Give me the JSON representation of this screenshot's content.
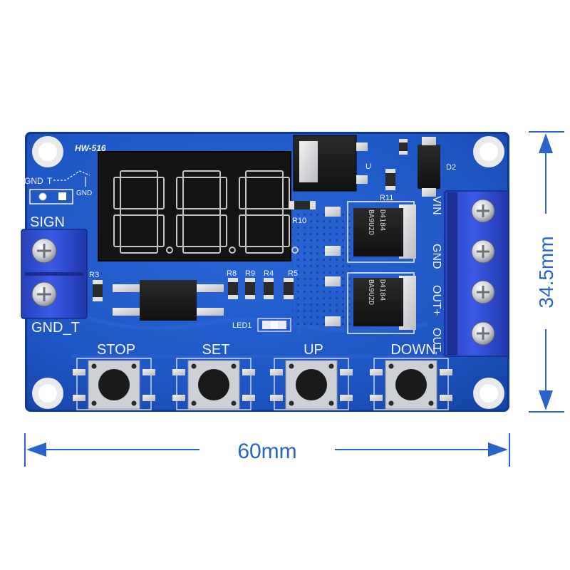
{
  "board": {
    "model": "HW-516",
    "signal_header": {
      "gnd_label": "GND",
      "t_label": "T",
      "gnd_side_label": "GND"
    },
    "input_terminal": {
      "top_label": "SIGN",
      "bottom_label": "GND_T"
    },
    "output_terminal": {
      "labels": [
        "VIN",
        "GND",
        "OUT+",
        "OUT-"
      ]
    },
    "display": {
      "digit_count": 3,
      "segment_color": "#c6c6c6",
      "body_color": "#141414"
    },
    "buttons": [
      {
        "label": "STOP"
      },
      {
        "label": "SET"
      },
      {
        "label": "UP"
      },
      {
        "label": "DOWN"
      }
    ],
    "refs": {
      "r3": "R3",
      "r4": "R4",
      "r5": "R5",
      "r8": "R8",
      "r9": "R9",
      "r10": "R10",
      "r11": "R11",
      "d2": "D2",
      "led1": "LED1",
      "u": "U"
    },
    "mosfets": [
      {
        "line1": "D4184",
        "line2": "BA9U2D"
      },
      {
        "line1": "D4184",
        "line2": "BA9U2D"
      }
    ],
    "colors": {
      "pcb": "#1f56c5",
      "pcb_edge": "#0e3a95",
      "terminal": "#2f4fd6",
      "silkscreen": "#f2f4f8"
    }
  },
  "dimensions": {
    "width_label": "60mm",
    "height_label": "34.5mm",
    "color": "#2a63c9"
  }
}
